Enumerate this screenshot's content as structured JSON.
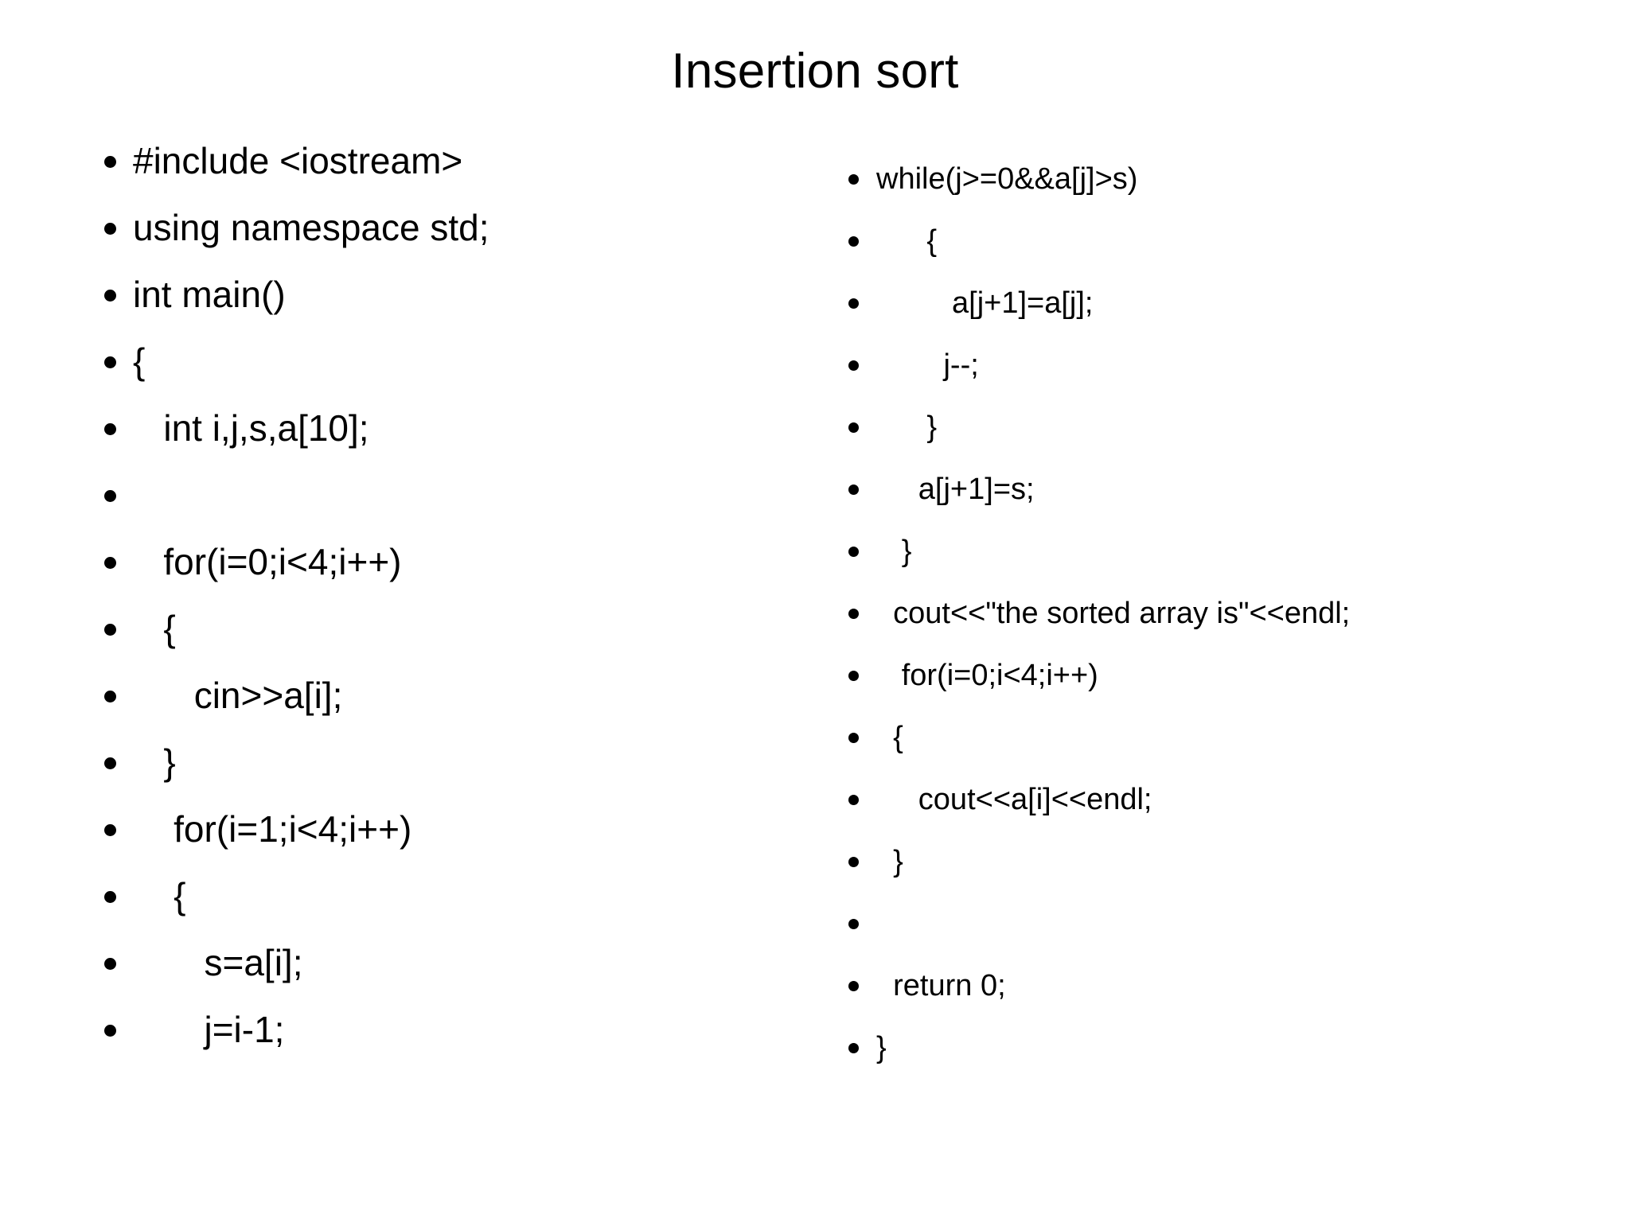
{
  "slide": {
    "title": "Insertion sort",
    "background_color": "#ffffff",
    "text_color": "#000000",
    "bullet_glyph": "•"
  },
  "left_column": {
    "lines": [
      "#include <iostream>",
      "using namespace std;",
      "int main()",
      "{",
      "   int i,j,s,a[10];",
      "",
      "   for(i=0;i<4;i++)",
      "   {",
      "      cin>>a[i];",
      "   }",
      "    for(i=1;i<4;i++)",
      "    {",
      "       s=a[i];",
      "       j=i-1;"
    ]
  },
  "right_column": {
    "lines": [
      "while(j>=0&&a[j]>s)",
      "      {",
      "         a[j+1]=a[j];",
      "        j--;",
      "      }",
      "     a[j+1]=s;",
      "   }",
      "  cout<<\"the sorted array is\"<<endl;",
      "   for(i=0;i<4;i++)",
      "  {",
      "     cout<<a[i]<<endl;",
      "  }",
      "",
      "  return 0;",
      "}"
    ]
  }
}
